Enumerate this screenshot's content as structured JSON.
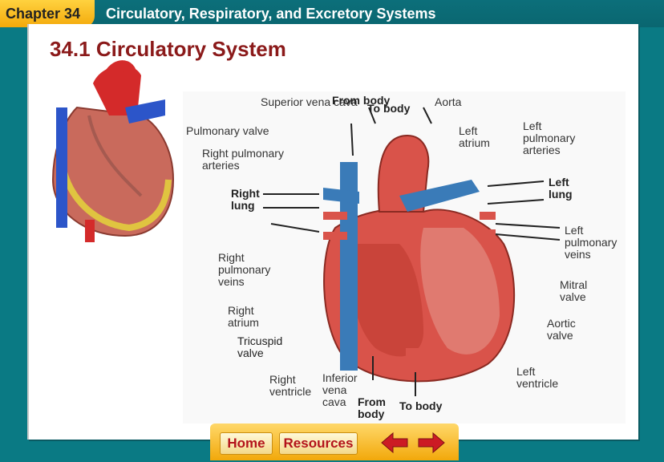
{
  "header": {
    "chapter_label": "Chapter 34",
    "chapter_title": "Circulatory, Respiratory, and Excretory Systems"
  },
  "slide": {
    "section_title": "34.1 Circulatory System"
  },
  "diagram": {
    "labels": {
      "superior_vena_cava": "Superior vena cava",
      "from_body_top": "From body",
      "to_body_top": "To body",
      "aorta": "Aorta",
      "pulmonary_valve": "Pulmonary valve",
      "left_atrium": "Left atrium",
      "left_pulmonary_arteries": "Left pulmonary arteries",
      "right_pulmonary_arteries": "Right pulmonary arteries",
      "right_lung": "Right lung",
      "left_lung": "Left lung",
      "left_pulmonary_veins": "Left pulmonary veins",
      "right_pulmonary_veins": "Right pulmonary veins",
      "mitral_valve": "Mitral valve",
      "right_atrium": "Right atrium",
      "aortic_valve": "Aortic valve",
      "tricuspid_valve": "Tricuspid valve",
      "left_ventricle": "Left ventricle",
      "right_ventricle": "Right ventricle",
      "inferior_vena_cava": "Inferior vena cava",
      "from_body_bottom": "From body",
      "to_body_bottom": "To body"
    }
  },
  "nav": {
    "home": "Home",
    "resources": "Resources"
  },
  "colors": {
    "teal_background": "#0a7a84",
    "chapter_tab": "#f3a90b",
    "section_title": "#8b1a1a",
    "nav_text": "#b3131b"
  }
}
